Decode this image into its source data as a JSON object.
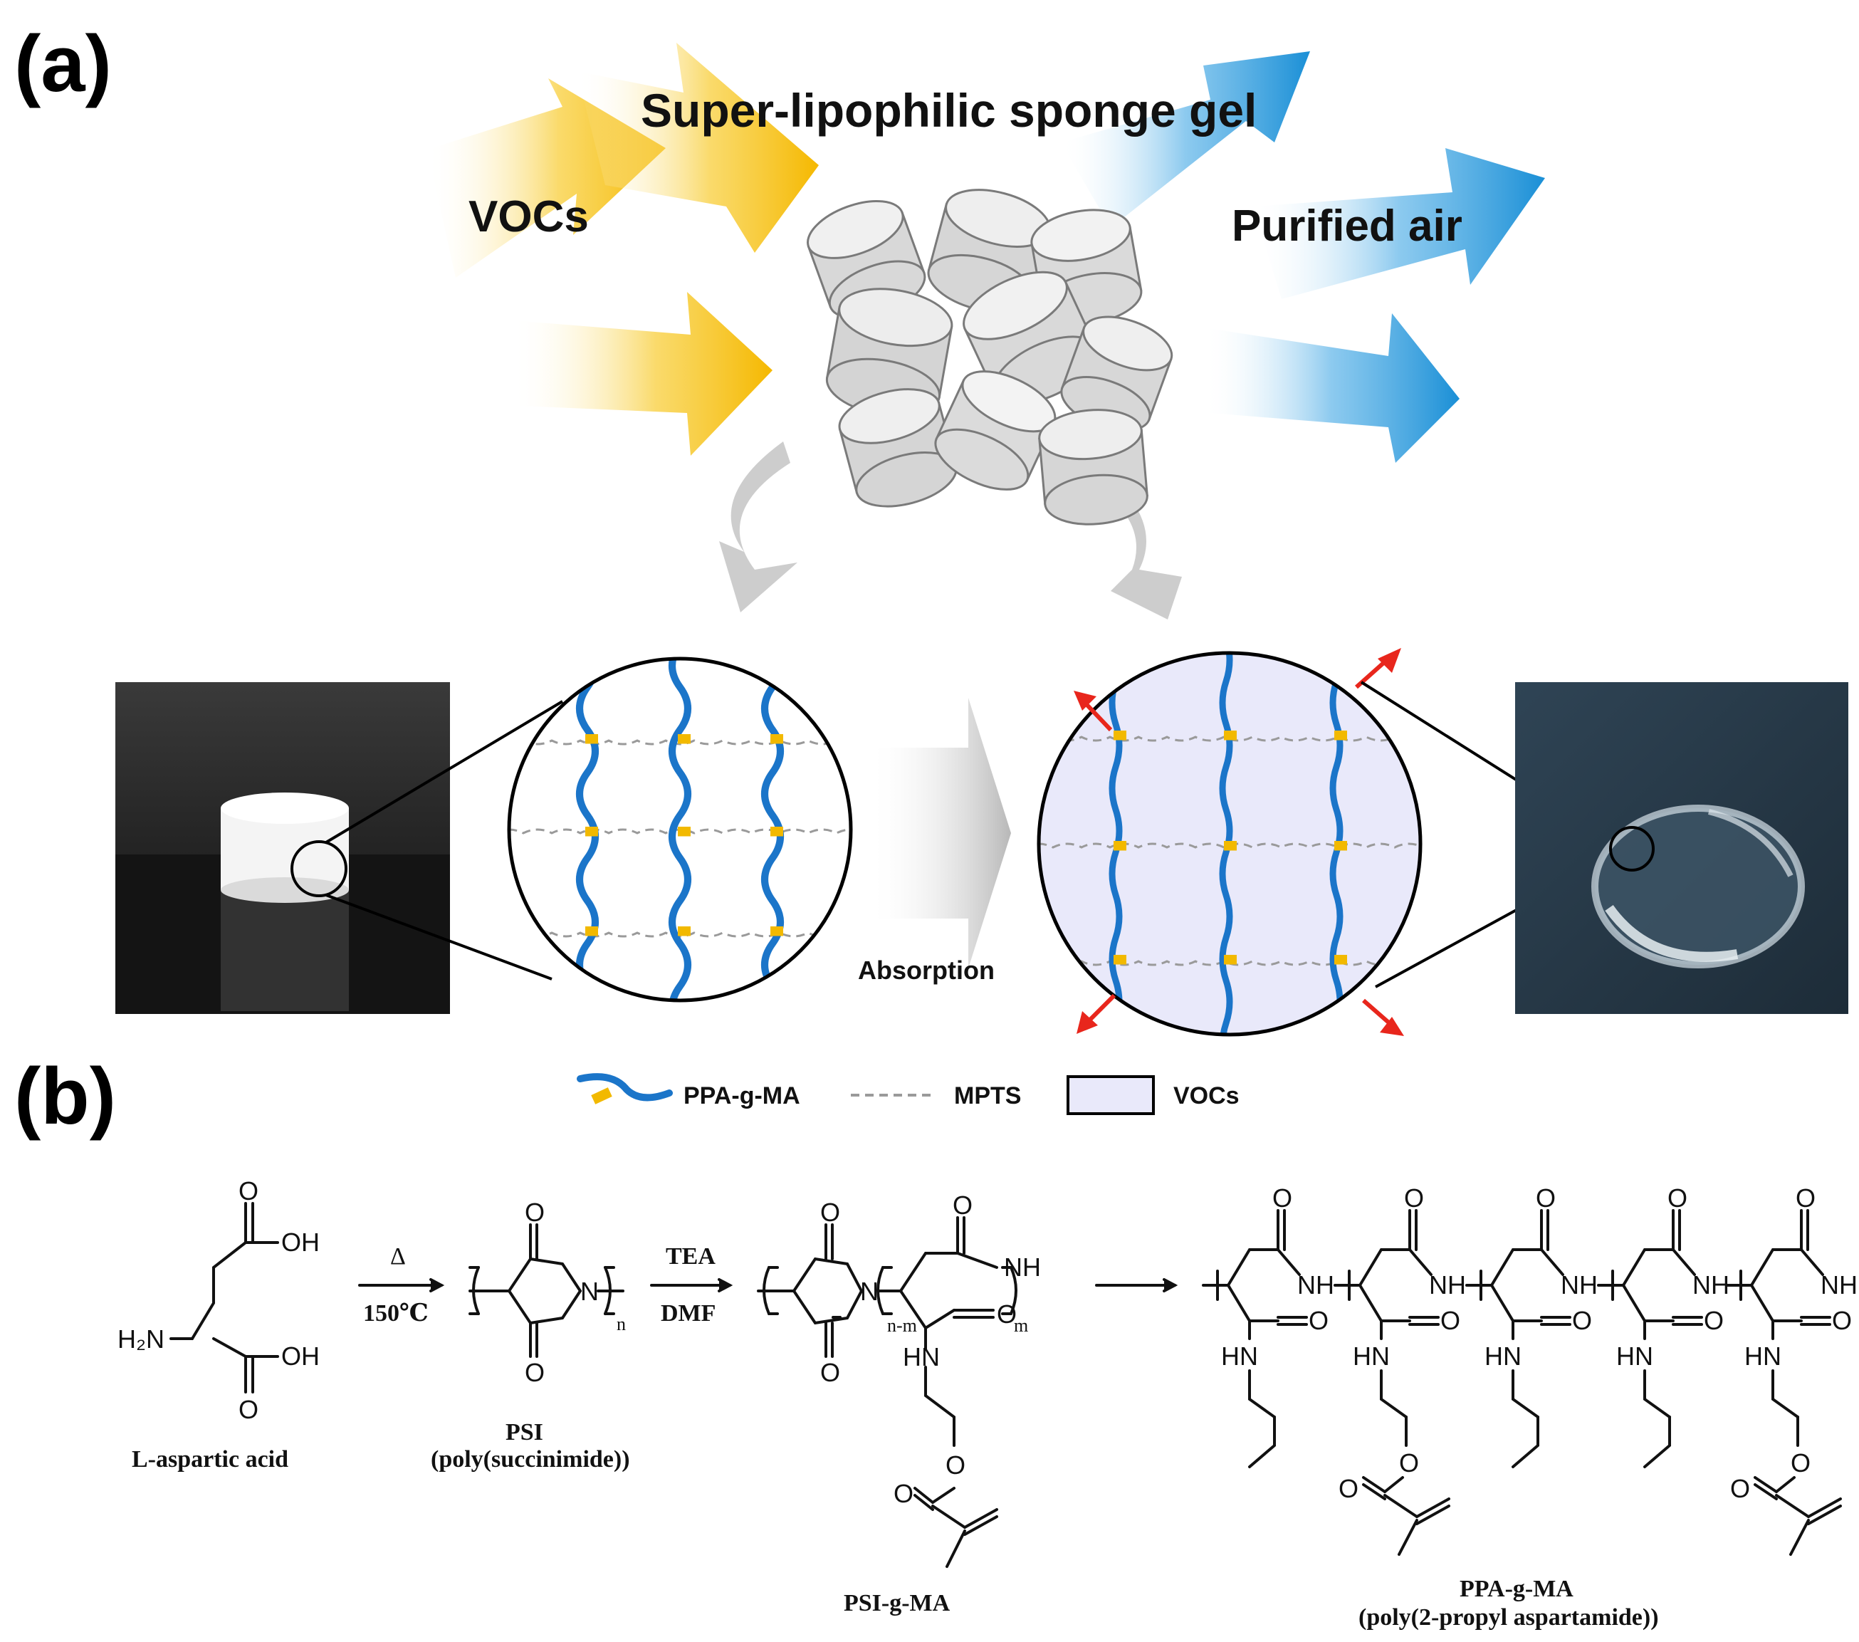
{
  "panel_a": {
    "label": "(a)",
    "title": "Super-lipophilic sponge gel",
    "input_label": "VOCs",
    "output_label": "Purified air",
    "process_label": "Absorption",
    "colors": {
      "voc_arrow": "#F5B800",
      "air_arrow": "#1A8FD6",
      "chain": "#1B75C9",
      "crosslink": "#F2B900",
      "swollen_fill": "#E9E9FA",
      "expansion_arrow": "#E8261C"
    }
  },
  "legend": {
    "polymer": "PPA-g-MA",
    "crosslinker": "MPTS",
    "solvent": "VOCs"
  },
  "panel_b": {
    "label": "(b)",
    "step1": {
      "above": "Δ",
      "below": "150℃"
    },
    "step2": {
      "above": "TEA",
      "below": "DMF"
    },
    "compounds": {
      "aspartic": "L-aspartic acid",
      "psi": "PSI",
      "psi_full": "(poly(succinimide))",
      "psigma": "PSI-g-MA",
      "ppagma": "PPA-g-MA",
      "ppagma_full": "(poly(2-propyl aspartamide))"
    },
    "atoms": {
      "O": "O",
      "OH": "OH",
      "H2N": "H₂N",
      "N": "N",
      "NH": "NH",
      "HN": "HN",
      "n": "n",
      "nm": "n-m",
      "m": "m"
    }
  }
}
